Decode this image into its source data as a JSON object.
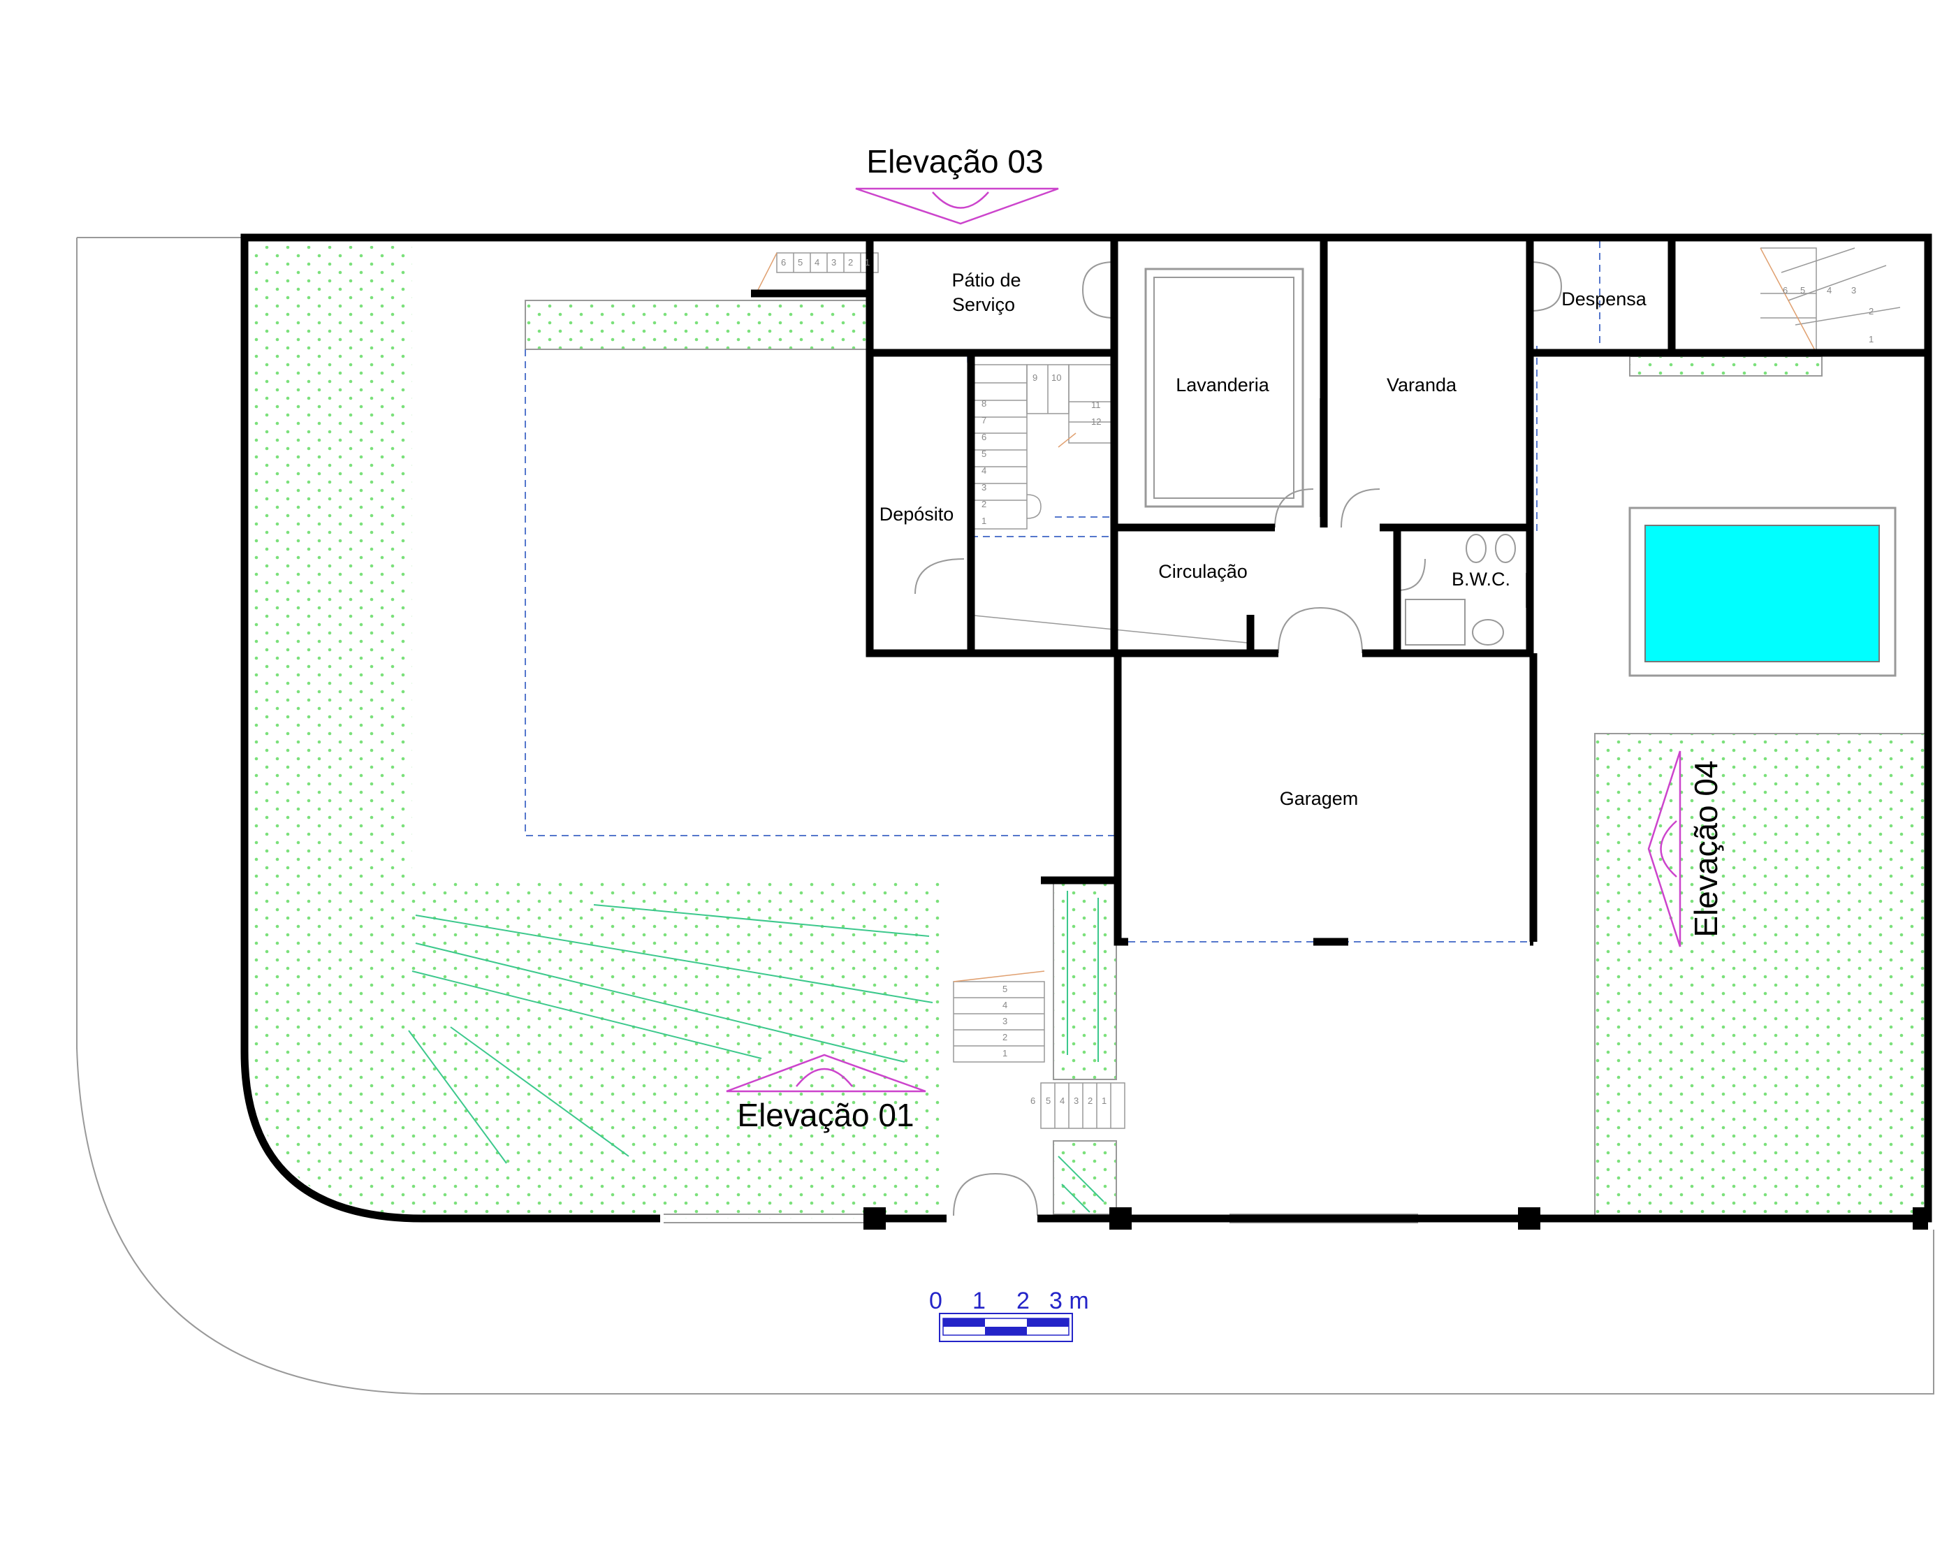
{
  "rooms": {
    "patio": [
      "Pátio de",
      "Serviço"
    ],
    "lavanderia": "Lavanderia",
    "varanda": "Varanda",
    "despensa": "Despensa",
    "deposito": "Depósito",
    "circulacao": "Circulação",
    "bwc": "B.W.C.",
    "garagem": "Garagem"
  },
  "elevations": {
    "e03": "Elevação 03",
    "e01": "Elevação 01",
    "e04": "Elevação 04"
  },
  "scale": {
    "labels": [
      "0",
      "1",
      "2",
      "3 m"
    ]
  },
  "stairs": {
    "top_left_steps": [
      "6",
      "5",
      "4",
      "3",
      "2",
      "1"
    ],
    "top_right_steps": [
      "6",
      "5",
      "4",
      "3"
    ],
    "top_right_side": [
      "2",
      "1"
    ],
    "inner_left": [
      "8",
      "7",
      "6",
      "5",
      "4",
      "3",
      "2",
      "1"
    ],
    "inner_top": [
      "9",
      "10"
    ],
    "inner_right": [
      "11",
      "12"
    ],
    "entry_vertical": [
      "5",
      "4",
      "3",
      "2",
      "1"
    ],
    "entry_horizontal": [
      "6",
      "5",
      "4",
      "3",
      "2",
      "1"
    ]
  },
  "colors": {
    "wall": "#000000",
    "garden_dot": "#7be07b",
    "garden_line": "#3cc88c",
    "pool": "#00ffff",
    "elevation_marker": "#cc44cc",
    "dashed": "#5577cc",
    "scale": "#2424c8"
  }
}
